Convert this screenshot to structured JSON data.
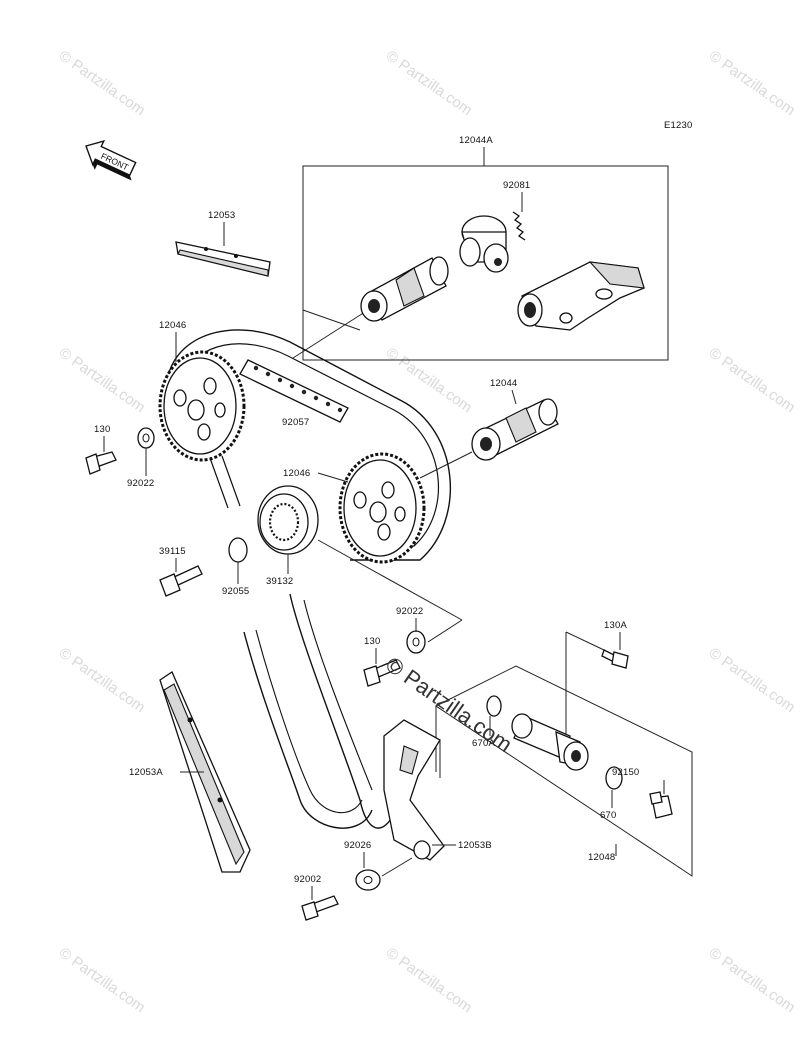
{
  "diagram_code": "E1230",
  "front_label": "FRONT",
  "watermark": {
    "small": "© Partzilla.com",
    "center": "© Partzilla.com"
  },
  "labels": {
    "p12044A": "12044A",
    "p92081": "92081",
    "p12053": "12053",
    "p12046a": "12046",
    "p130a": "130",
    "p92022a": "92022",
    "p92057": "92057",
    "p12044": "12044",
    "p12046b": "12046",
    "p39115": "39115",
    "p92055": "92055",
    "p39132": "39132",
    "p92022b": "92022",
    "p130b": "130",
    "p130A": "130A",
    "p670A": "670A",
    "p92150": "92150",
    "p670": "670",
    "p12048": "12048",
    "p12053A": "12053A",
    "p92026": "92026",
    "p12053B": "12053B",
    "p92002": "92002"
  }
}
